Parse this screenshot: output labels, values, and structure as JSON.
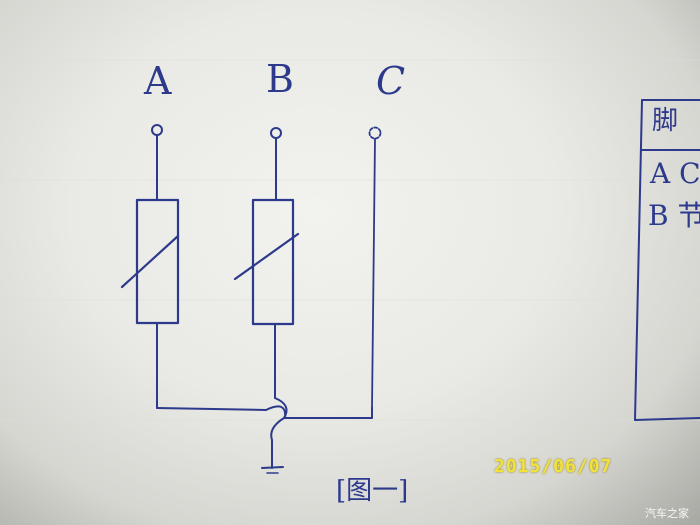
{
  "terminals": {
    "a_label": "A",
    "b_label": "B",
    "c_label": "C"
  },
  "caption": "[图一]",
  "side_table": {
    "header": "脚",
    "row_1": "A C",
    "row_2": "B 节"
  },
  "date_stamp": "2015/06/07",
  "watermark": "汽车之家",
  "colors": {
    "ink": "#2d3a8c",
    "date_stamp": "#f2e23a",
    "paper": "#ececea"
  },
  "icons": {
    "ground": "ground-icon",
    "variable_resistor": "variable-resistor-icon"
  }
}
